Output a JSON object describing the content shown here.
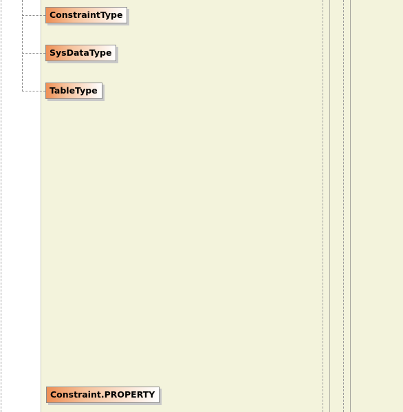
{
  "diagram": {
    "nodes": [
      {
        "label": "ConstraintType"
      },
      {
        "label": "SysDataType"
      },
      {
        "label": "TableType"
      },
      {
        "label": "Constraint.PROPERTY"
      }
    ]
  }
}
